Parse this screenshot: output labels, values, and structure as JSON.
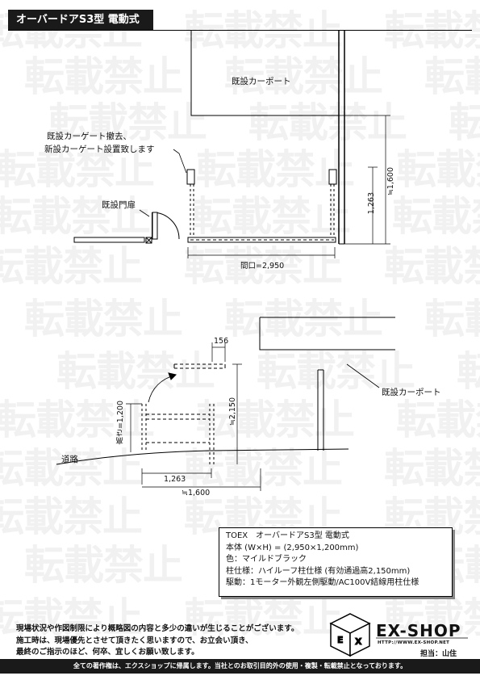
{
  "title": "オーバードアS3型 電動式",
  "watermark": "転載禁止",
  "plan": {
    "existing_carport": "既設カーポート",
    "gate_note_line1": "既設カーゲート撤去、",
    "gate_note_line2": "新設カーゲート設置致します",
    "existing_door": "既設門扉",
    "opening_dim": "間口=2,950",
    "dim_1263": "1,263",
    "dim_1600": "≒1,600"
  },
  "elevation": {
    "dim_156": "156",
    "existing_carport": "既設カーポート",
    "dim_height": "高さ=1,200",
    "dim_2150": "≒2,150",
    "road": "道路",
    "dim_1263": "1,263",
    "dim_1600": "≒1,600"
  },
  "spec": {
    "product": "TOEX　オーバードアS3型 電動式",
    "body": "本体 (W×H) = (2,950×1,200mm)",
    "color": "色：マイルドブラック",
    "post": "柱仕様：ハイルーフ柱仕様 (有効通過高2,150mm)",
    "drive": "駆動：1モーター外観左側駆動/AC100V結線用柱仕様"
  },
  "notes": [
    "現場状況や作図制限により概略図の内容と多少の違いが生じることがございます。",
    "施工時は、現場優先とさせて頂きたく思いますので、お立会い頂き、",
    "最終のご指示のほど、何卒、宜しくお願い致します。"
  ],
  "logo": {
    "name": "EX-SHOP",
    "url": "HTTP://WWW.EX-SHOP.NET",
    "staff": "担当：山住"
  },
  "footer": "全ての著作権は、エクスショップに帰属します。当社とのお取引目的外の使用・複製・転載禁止となっております。"
}
